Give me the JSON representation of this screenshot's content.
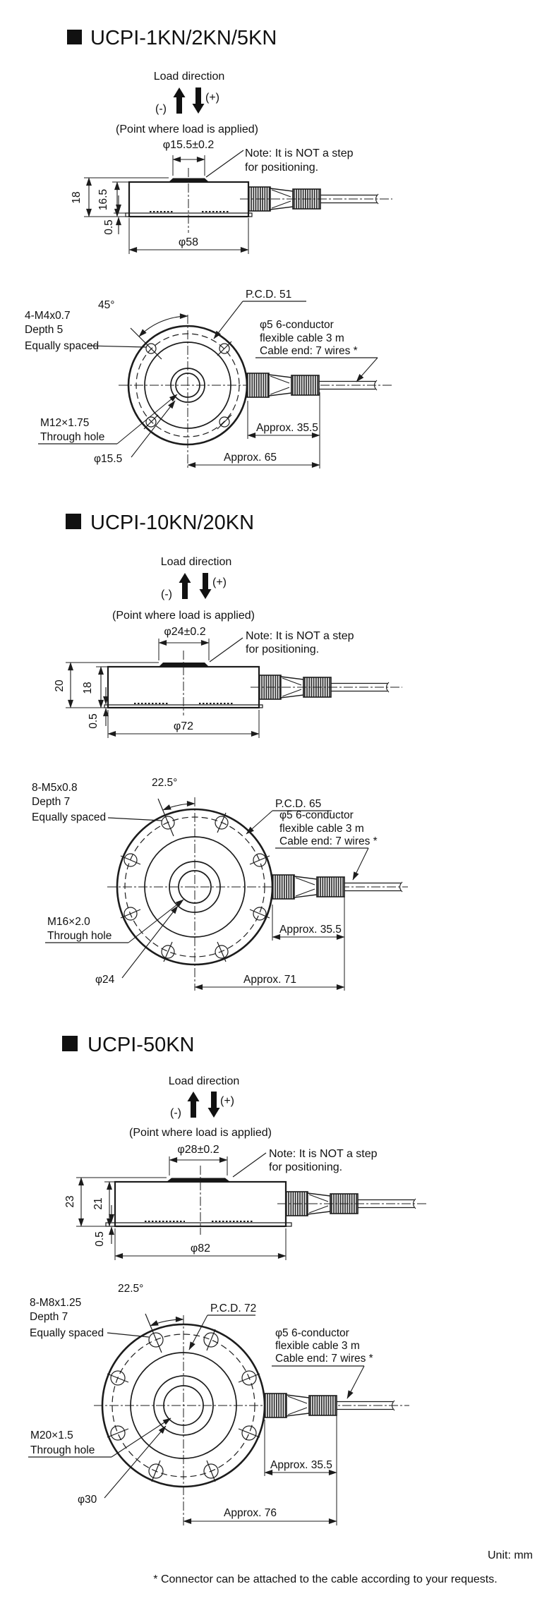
{
  "footer": {
    "unit": "Unit: mm",
    "note": "* Connector can be attached to the cable according to your requests."
  },
  "sections": [
    {
      "title": "UCPI-1KN/2KN/5KN",
      "load_direction_label": "Load direction",
      "minus_label": "(-)",
      "plus_label": "(+)",
      "load_point_label": "(Point where load is applied)",
      "boss_diameter": "φ15.5±0.2",
      "note_line1": "Note: It is NOT a step",
      "note_line2": "for positioning.",
      "dim_total_height": "18",
      "dim_body_height": "16.5",
      "dim_base_thickness": "0.5",
      "dim_body_diameter": "φ58",
      "angle_label": "45°",
      "bolt_line1": "4-M4x0.7",
      "bolt_line2": "Depth 5",
      "bolt_line3": "Equally spaced",
      "pcd_label": "P.C.D. 51",
      "cable_line1": "φ5 6-conductor",
      "cable_line2": "flexible cable 3 m",
      "cable_line3": "Cable end: 7 wires *",
      "thread_line1": "M12×1.75",
      "thread_line2": "Through hole",
      "center_diameter": "φ15.5",
      "dim_connector_length": "Approx. 35.5",
      "dim_total_length": "Approx. 65"
    },
    {
      "title": "UCPI-10KN/20KN",
      "load_direction_label": "Load direction",
      "minus_label": "(-)",
      "plus_label": "(+)",
      "load_point_label": "(Point where load is applied)",
      "boss_diameter": "φ24±0.2",
      "note_line1": "Note: It is NOT a step",
      "note_line2": "for positioning.",
      "dim_total_height": "20",
      "dim_body_height": "18",
      "dim_base_thickness": "0.5",
      "dim_body_diameter": "φ72",
      "angle_label": "22.5°",
      "bolt_line1": "8-M5x0.8",
      "bolt_line2": "Depth 7",
      "bolt_line3": "Equally spaced",
      "pcd_label": "P.C.D. 65",
      "cable_line1": "φ5 6-conductor",
      "cable_line2": "flexible cable 3 m",
      "cable_line3": "Cable end: 7 wires *",
      "thread_line1": "M16×2.0",
      "thread_line2": "Through hole",
      "center_diameter": "φ24",
      "dim_connector_length": "Approx. 35.5",
      "dim_total_length": "Approx. 71"
    },
    {
      "title": "UCPI-50KN",
      "load_direction_label": "Load direction",
      "minus_label": "(-)",
      "plus_label": "(+)",
      "load_point_label": "(Point where load is applied)",
      "boss_diameter": "φ28±0.2",
      "note_line1": "Note: It is NOT a step",
      "note_line2": "for positioning.",
      "dim_total_height": "23",
      "dim_body_height": "21",
      "dim_base_thickness": "0.5",
      "dim_body_diameter": "φ82",
      "angle_label": "22.5°",
      "bolt_line1": "8-M8x1.25",
      "bolt_line2": "Depth 7",
      "bolt_line3": "Equally spaced",
      "pcd_label": "P.C.D. 72",
      "cable_line1": "φ5 6-conductor",
      "cable_line2": "flexible cable 3 m",
      "cable_line3": "Cable end: 7 wires *",
      "thread_line1": "M20×1.5",
      "thread_line2": "Through hole",
      "center_diameter": "φ30",
      "dim_connector_length": "Approx. 35.5",
      "dim_total_length": "Approx. 76"
    }
  ]
}
